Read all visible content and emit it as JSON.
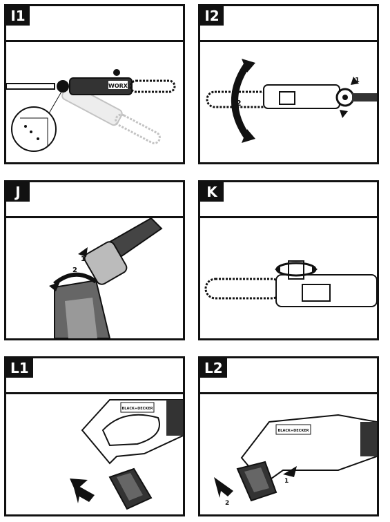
{
  "panels": [
    {
      "label": "I1",
      "brand": "WORX"
    },
    {
      "label": "I2",
      "step1": "1",
      "step2": "2"
    },
    {
      "label": "J",
      "step1": "1",
      "step2": "2"
    },
    {
      "label": "K"
    },
    {
      "label": "L1",
      "brand": "BLACK+DECKER"
    },
    {
      "label": "L2",
      "brand": "BLACK+DECKER",
      "step1": "1",
      "step2": "2"
    }
  ]
}
